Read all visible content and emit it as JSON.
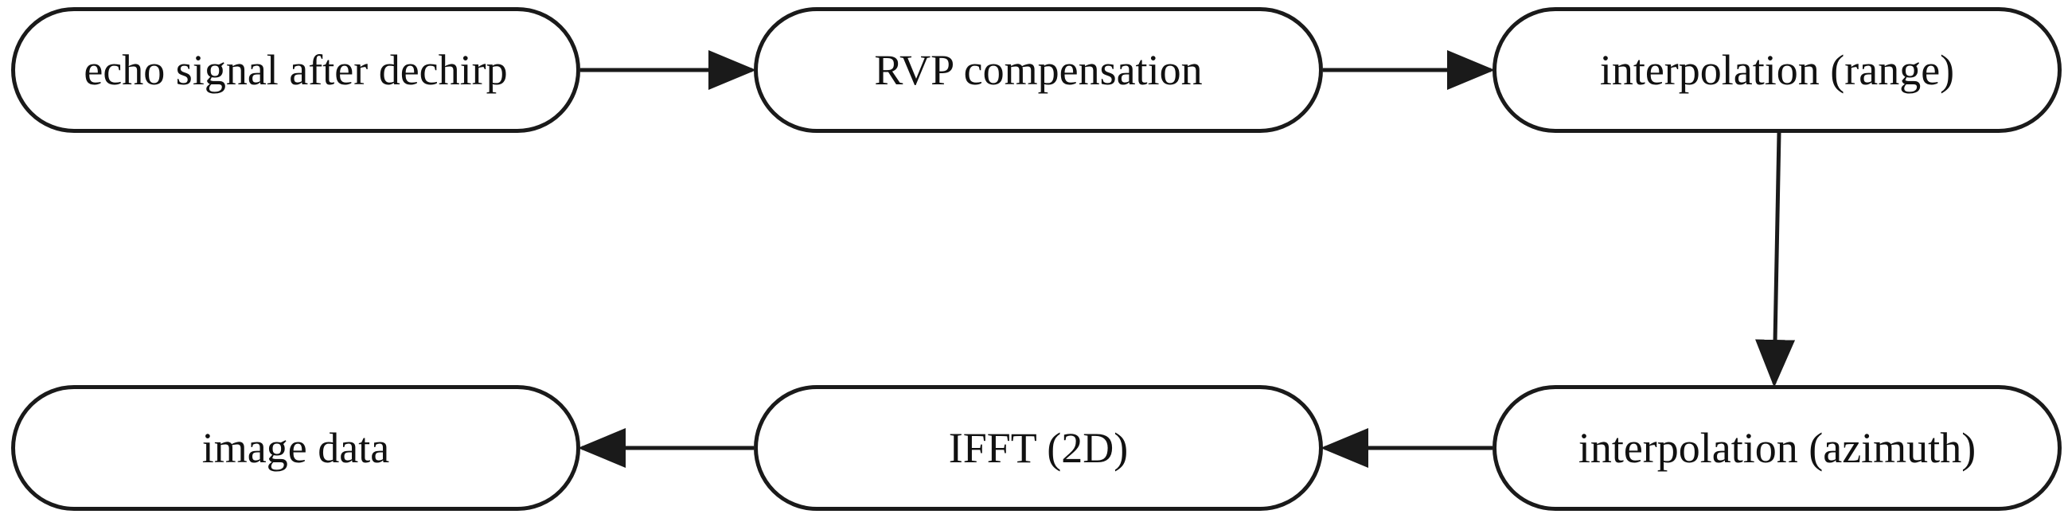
{
  "diagram": {
    "nodes": [
      {
        "id": "n1",
        "label": "echo signal after dechirp"
      },
      {
        "id": "n2",
        "label": "RVP compensation"
      },
      {
        "id": "n3",
        "label": "interpolation (range)"
      },
      {
        "id": "n4",
        "label": "interpolation (azimuth)"
      },
      {
        "id": "n5",
        "label": "IFFT (2D)"
      },
      {
        "id": "n6",
        "label": "image data"
      }
    ],
    "edges": [
      {
        "from": "n1",
        "to": "n2"
      },
      {
        "from": "n2",
        "to": "n3"
      },
      {
        "from": "n3",
        "to": "n4"
      },
      {
        "from": "n4",
        "to": "n5"
      },
      {
        "from": "n5",
        "to": "n6"
      }
    ],
    "colors": {
      "stroke": "#1a1a1a",
      "background": "#ffffff"
    }
  }
}
